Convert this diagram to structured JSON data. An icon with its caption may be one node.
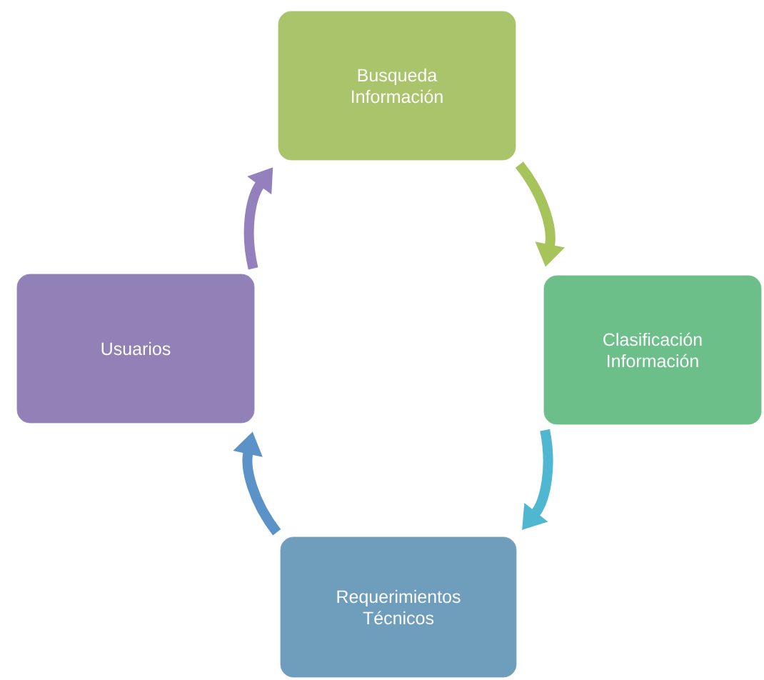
{
  "diagram": {
    "nodes": [
      {
        "text": [
          "Busqueda Información"
        ]
      },
      {
        "text": [
          "Clasificación Información"
        ]
      },
      {
        "text": [
          "Requerimientos Técnicos"
        ]
      },
      {
        "text": [
          "Usuarios"
        ]
      }
    ],
    "edges": [
      {
        "from": 0,
        "to": 1,
        "arrow": "to",
        "color": "#a6c45a"
      },
      {
        "from": 1,
        "to": 2,
        "arrow": "to",
        "color": "#4fb8d0"
      },
      {
        "from": 2,
        "to": 3,
        "arrow": "to",
        "color": "#5b93c8"
      },
      {
        "from": 3,
        "to": 0,
        "arrow": "to",
        "color": "#9380bd"
      }
    ]
  }
}
